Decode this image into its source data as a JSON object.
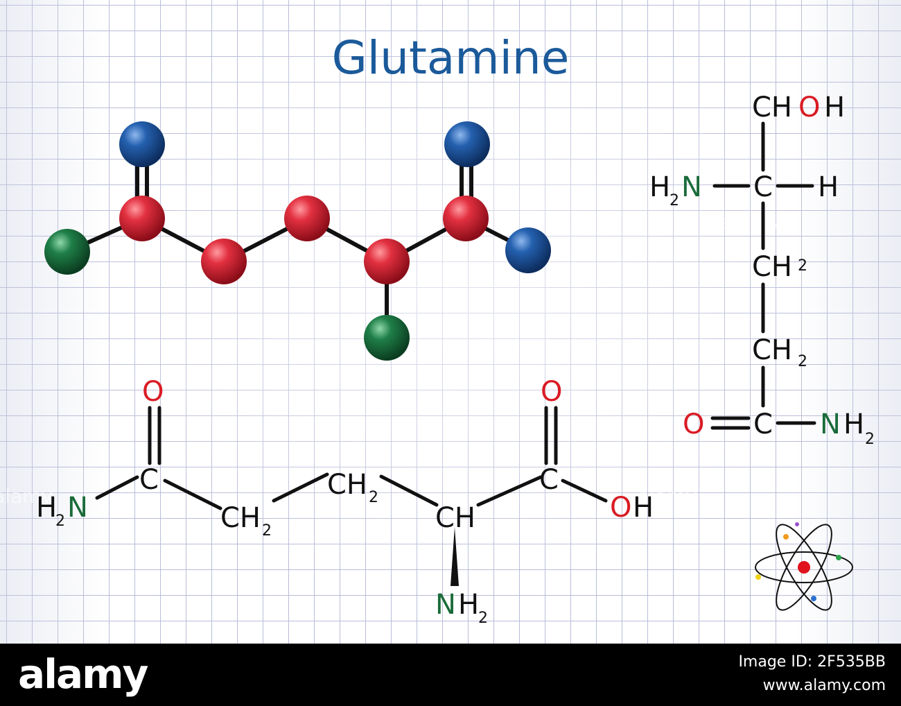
{
  "title": "Glutamine",
  "colors": {
    "title": "#1b5a9a",
    "carbon_ball": "#d81e2c",
    "oxygen_ball": "#1f5fa8",
    "nitrogen_ball": "#1e7a45",
    "text_oxygen": "#d91c24",
    "text_nitrogen": "#1a6b3a",
    "text_bonds": "#111111",
    "footer_bg": "#000000"
  },
  "skeletal": {
    "O_left": "O",
    "C_left": "C",
    "N_left": "N",
    "H_left": "H",
    "sub2": "2",
    "CH2_a": "CH",
    "CH2_b": "CH",
    "CH_mid": "CH",
    "C_right": "C",
    "O_right": "O",
    "OH_O": "O",
    "OH_H": "H",
    "NH2_N": "N",
    "NH2_H": "H"
  },
  "fischer": {
    "top_CH": "CH",
    "top_O": "O",
    "top_H": "H",
    "H2N_H": "H",
    "H2N_N": "N",
    "center_C": "C",
    "right_H": "H",
    "CH2_1": "CH",
    "CH2_2": "CH",
    "O_bottom": "O",
    "C_bottom": "C",
    "NH2_N": "N",
    "NH2_H": "H",
    "sub2": "2"
  },
  "atom_icon": "atom-icon",
  "footer": {
    "brand": "alamy",
    "image_id": "Image ID: 2F535BB",
    "site": "www.alamy.com"
  }
}
